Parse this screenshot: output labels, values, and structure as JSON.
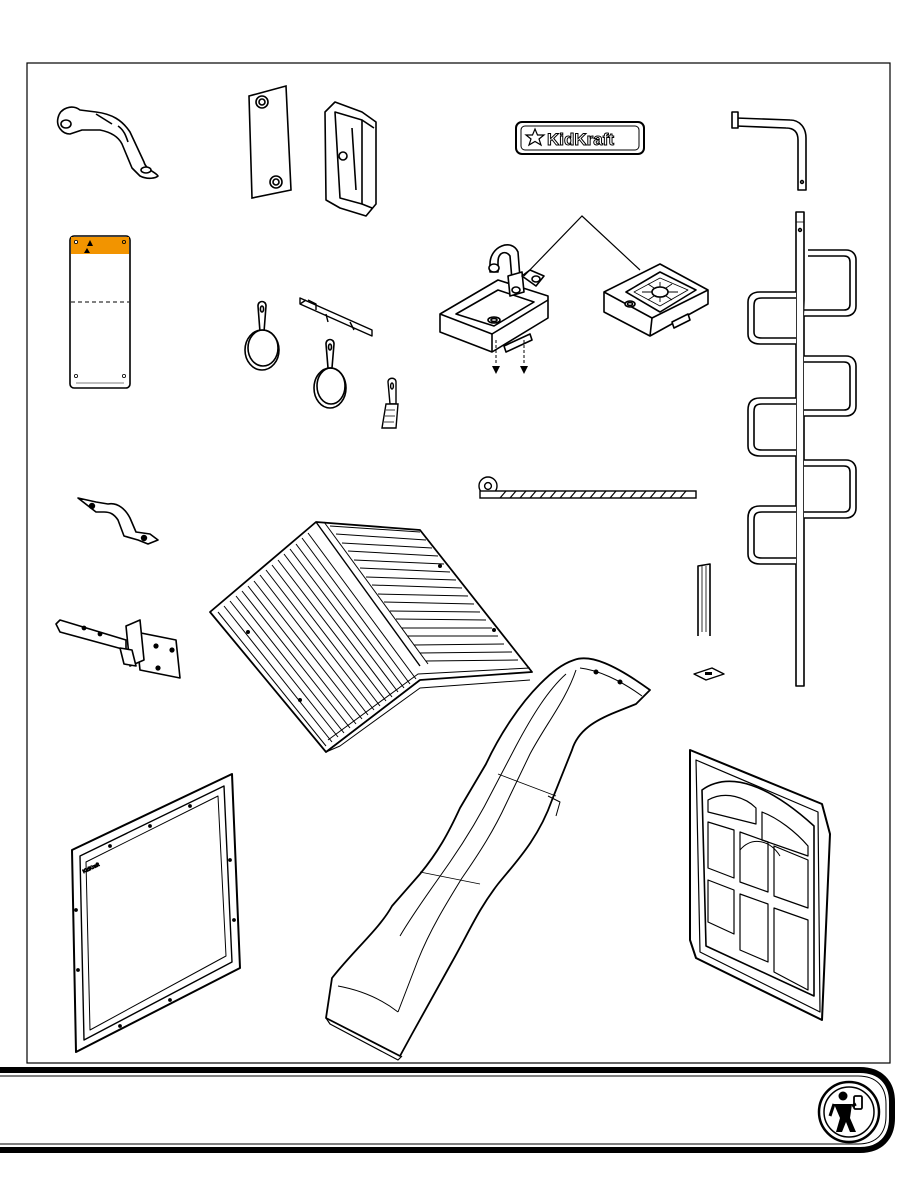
{
  "page": {
    "title": "Hardware and parts illustration page"
  },
  "logo": {
    "brand_text": "KidKraft",
    "icon": "star-logo-icon"
  },
  "footer": {
    "icon": "person-with-phone-icon"
  },
  "colors": {
    "line": "#000000",
    "warning_orange": "#f29400",
    "background": "#ffffff"
  },
  "parts": [
    "grab-handle",
    "hinge-plate-flat",
    "hinge-plate-side",
    "kidkraft-plaque",
    "rod-bracket",
    "warning-label",
    "frying-pan-large",
    "utensil-rail",
    "frying-pan-small",
    "spatula",
    "sink",
    "stove-burner",
    "climbing-pole",
    "pipe-strap",
    "rope-bracket-strip",
    "tee-hinge",
    "slatted-roof",
    "u-clip",
    "clip-plate",
    "slide",
    "window-frame-panel",
    "arched-window"
  ]
}
